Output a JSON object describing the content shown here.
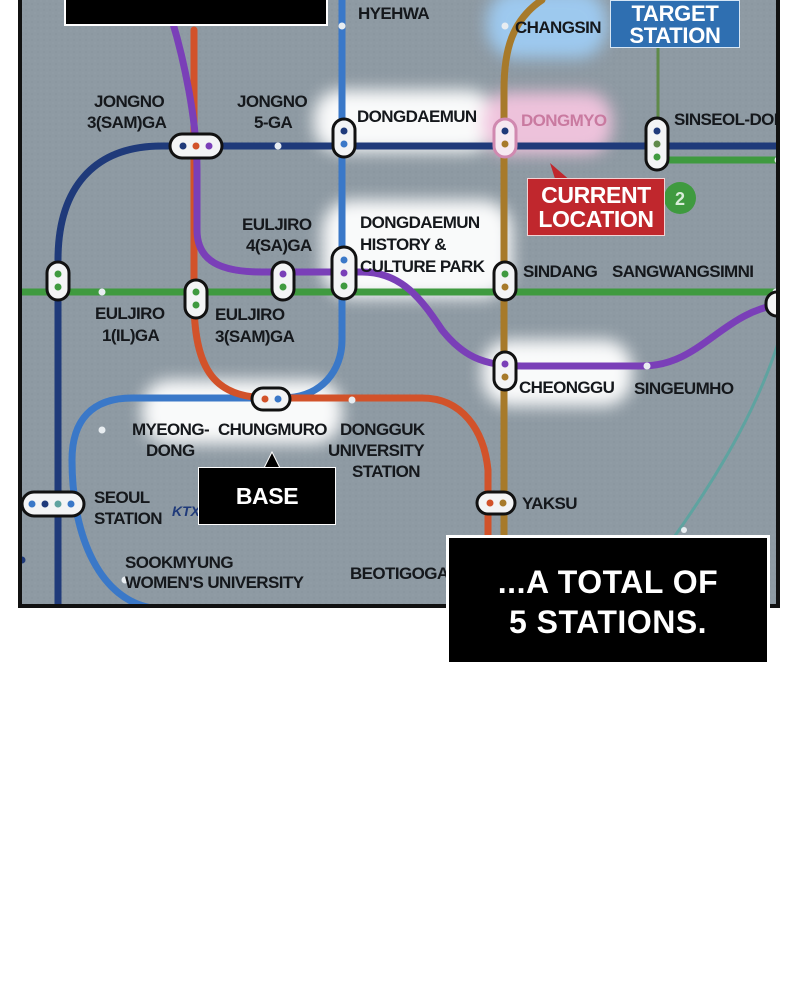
{
  "map": {
    "stations": {
      "hyehwa": "HYEHWA",
      "changsin": "CHANGSIN",
      "jongno3_a": "JONGNO",
      "jongno3_b": "3(SAM)GA",
      "jongno5_a": "JONGNO",
      "jongno5_b": "5-GA",
      "dongdaemun": "DONGDAEMUN",
      "dongmyo": "DONGMYO",
      "sinseol": "SINSEOL-DON",
      "euljiro4_a": "EULJIRO",
      "euljiro4_b": "4(SA)GA",
      "ddp_a": "DONGDAEMUN",
      "ddp_b": "HISTORY &",
      "ddp_c": "CULTURE PARK",
      "sindang": "SINDANG",
      "sangwangsimni": "SANGWANGSIMNI",
      "euljiro1_a": "EULJIRO",
      "euljiro1_b": "1(IL)GA",
      "euljiro3_a": "EULJIRO",
      "euljiro3_b": "3(SAM)GA",
      "cheonggu": "CHEONGGU",
      "singeumho": "SINGEUMHO",
      "myeongdong_a": "MYEONG-",
      "myeongdong_b": "DONG",
      "chungmuro": "CHUNGMURO",
      "dongguk_a": "DONGGUK",
      "dongguk_b": "UNIVERSITY",
      "dongguk_c": "STATION",
      "seoul_a": "SEOUL",
      "seoul_b": "STATION",
      "ktx": "KTX",
      "yaksu": "YAKSU",
      "sookmyung_a": "SOOKMYUNG",
      "sookmyung_b": "WOMEN'S UNIVERSITY",
      "beotigogae": "BEOTIGOGAE",
      "line2_badge": "2"
    },
    "colors": {
      "background": "#8e9aa3",
      "line1_navy": "#1f3a7a",
      "line2_green": "#3f9a3f",
      "line3_orange": "#d2522a",
      "line4_blue": "#3a78c8",
      "line5_purple": "#7a3fb8",
      "line6_brown": "#a77a2a",
      "gyeongui_teal": "#5fa3a0"
    }
  },
  "callouts": {
    "target_line1": "TARGET",
    "target_line2": "STATION",
    "current_line1": "CURRENT",
    "current_line2": "LOCATION",
    "base": "BASE"
  },
  "caption": {
    "line1": "...A TOTAL OF",
    "line2": "5 STATIONS."
  }
}
